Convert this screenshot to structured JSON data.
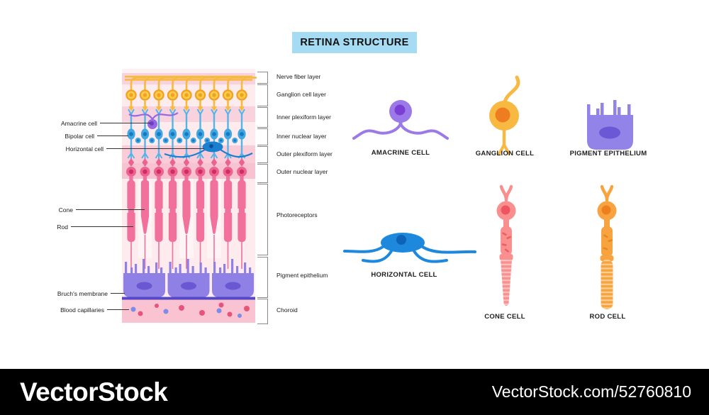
{
  "title": "RETINA STRUCTURE",
  "diagram": {
    "layers": [
      "Nerve fiber layer",
      "Ganglion cell layer",
      "Inner plexiform layer",
      "Inner nuclear layer",
      "Outer plexiform layer",
      "Outer nuclear layer",
      "Photoreceptors",
      "Pigment epithelium",
      "Choroid"
    ],
    "parts": [
      "Amacrine cell",
      "Bipolar cell",
      "Horizontal cell",
      "Cone",
      "Rod",
      "Bruch's membrane",
      "Blood capillaries"
    ]
  },
  "cells": [
    "AMACRINE CELL",
    "GANGLION CELL",
    "PIGMENT EPITHELIUM",
    "HORIZONTAL CELL",
    "CONE CELL",
    "ROD CELL"
  ],
  "watermark": {
    "brand": "VectorStock",
    "site": "VectorStock.com/52760810"
  },
  "colors": {
    "title_bg": "#a6dcf3",
    "bar_bg": "#000000",
    "purple": "#9183e8",
    "violet": "#9b79e8",
    "blue": "#1e88dc",
    "light_blue": "#54b4e8",
    "yellow": "#f8b943",
    "pink": "#f1709c",
    "salmon": "#f9908f",
    "orange": "#f7a440",
    "band_pink": "#f8d2dd",
    "band_light": "#fdebee",
    "choroid_pink": "#f9c3d1"
  }
}
